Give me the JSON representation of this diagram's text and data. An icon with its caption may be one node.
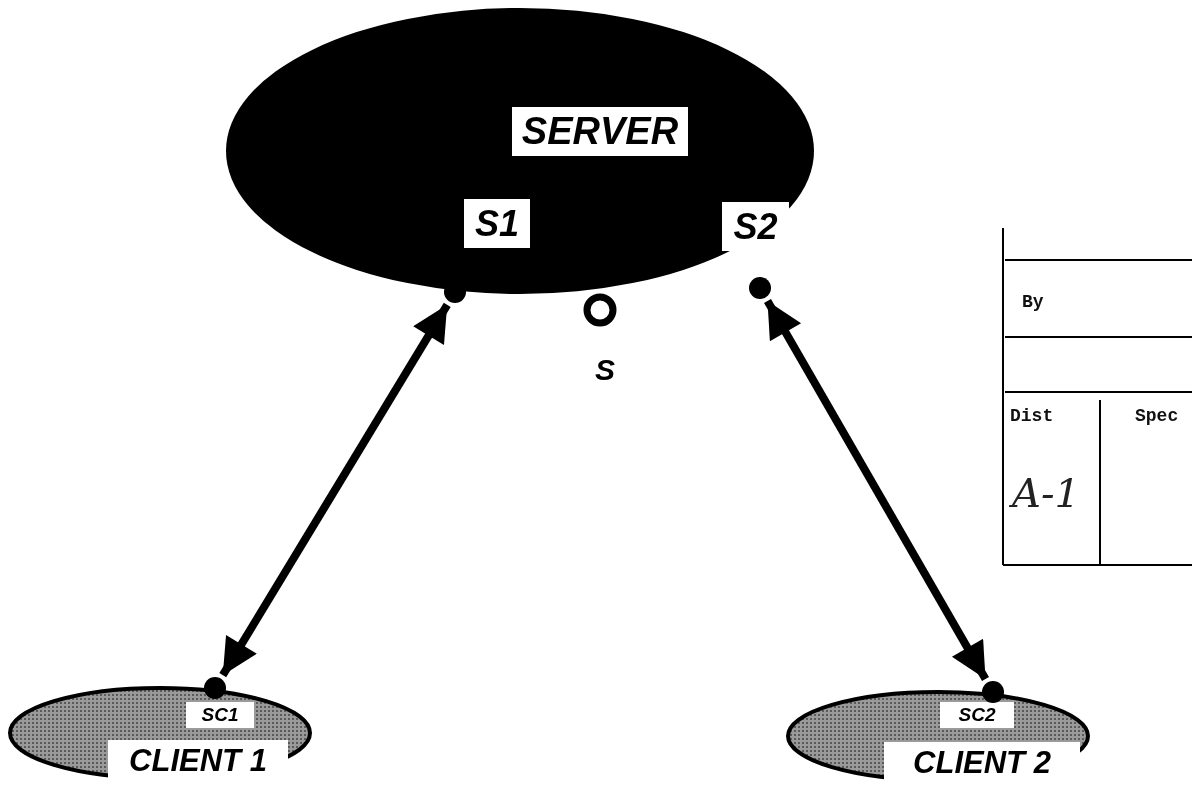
{
  "diagram": {
    "nodes": [
      {
        "text": [
          "SERVER"
        ]
      },
      {
        "text": [
          "S1"
        ],
        "in": 0
      },
      {
        "text": [
          "S2"
        ],
        "in": 0
      },
      {
        "text": [],
        "shape": "circle"
      },
      {
        "text": [],
        "shape": "circle",
        "beside": [
          "S"
        ]
      },
      {
        "text": [],
        "shape": "circle"
      },
      {
        "text": [],
        "shape": "circle"
      },
      {
        "text": [
          "CLIENT 1"
        ]
      },
      {
        "text": [
          "SC1"
        ],
        "in": 7
      },
      {
        "text": [],
        "shape": "circle"
      },
      {
        "text": [
          "CLIENT 2"
        ]
      },
      {
        "text": [
          "SC2"
        ],
        "in": 10
      }
    ],
    "edges": [
      {
        "from": 3,
        "to": 6,
        "arrow": "both"
      },
      {
        "from": 5,
        "to": 9,
        "arrow": "both"
      }
    ],
    "labels": [
      "By",
      "Dist",
      "Spec",
      "A-1"
    ]
  }
}
